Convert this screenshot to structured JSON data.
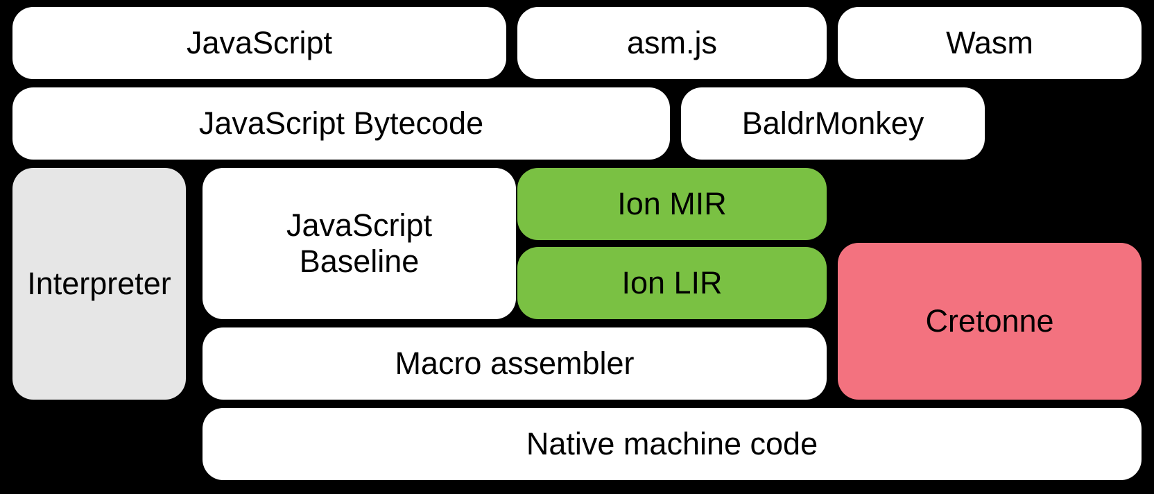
{
  "diagram": {
    "background_color": "#000000",
    "text_color": "#000000",
    "palette": {
      "default_box": "#ffffff",
      "interpreter_box": "#e6e6e6",
      "ion_box": "#7ac143",
      "cretonne_box": "#f3727f"
    },
    "nodes": [
      {
        "id": "javascript",
        "label": "JavaScript",
        "color": "#ffffff"
      },
      {
        "id": "asmjs",
        "label": "asm.js",
        "color": "#ffffff"
      },
      {
        "id": "wasm",
        "label": "Wasm",
        "color": "#ffffff"
      },
      {
        "id": "javascript-bytecode",
        "label": "JavaScript Bytecode",
        "color": "#ffffff"
      },
      {
        "id": "baldrmonkey",
        "label": "BaldrMonkey",
        "color": "#ffffff"
      },
      {
        "id": "interpreter",
        "label": "Interpreter",
        "color": "#e6e6e6"
      },
      {
        "id": "javascript-baseline",
        "label": "JavaScript\nBaseline",
        "color": "#ffffff"
      },
      {
        "id": "ion-mir",
        "label": "Ion MIR",
        "color": "#7ac143"
      },
      {
        "id": "ion-lir",
        "label": "Ion LIR",
        "color": "#7ac143"
      },
      {
        "id": "cretonne",
        "label": "Cretonne",
        "color": "#f3727f"
      },
      {
        "id": "macro-assembler",
        "label": "Macro assembler",
        "color": "#ffffff"
      },
      {
        "id": "native-machine-code",
        "label": "Native machine code",
        "color": "#ffffff"
      }
    ]
  }
}
